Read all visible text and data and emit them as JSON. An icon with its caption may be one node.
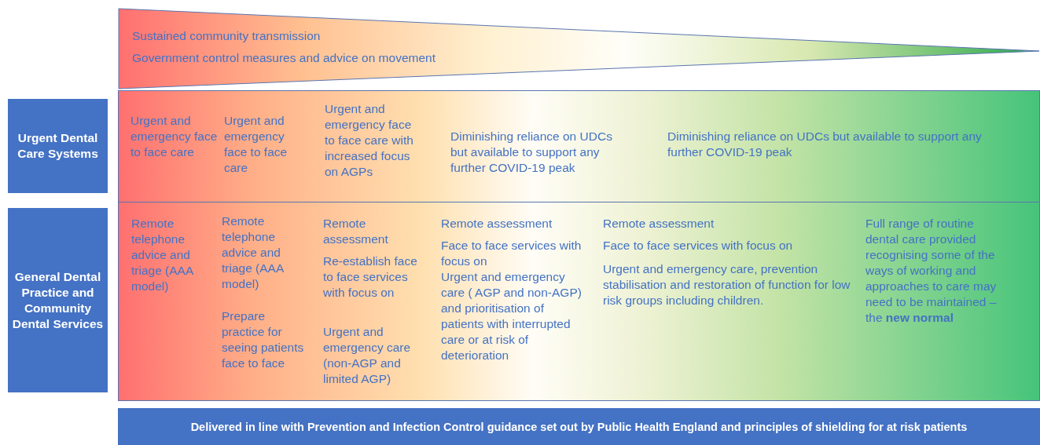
{
  "diagram": {
    "nodes": [
      {
        "text": [
          "Sustained community transmission",
          "Government control measures and advice on movement"
        ]
      },
      {
        "text": [
          "Urgent Dental Care Systems"
        ]
      },
      {
        "text": [
          "Urgent and emergency face to face care",
          "Urgent and emergency face to face care",
          "Urgent and emergency face to face care with increased focus on AGPs",
          "Diminishing reliance on UDCs but available to support any further COVID-19 peak",
          "Diminishing reliance on UDCs but available to support any further COVID-19 peak"
        ]
      },
      {
        "text": [
          "General Dental Practice and Community Dental Services"
        ]
      },
      {
        "text": [
          "Remote telephone advice and triage (AAA model)",
          "Remote telephone advice and triage (AAA model)",
          "Prepare practice for seeing patients face to face",
          "Remote assessment",
          "Re-establish face to face services with focus on",
          "Urgent and emergency care (non-AGP and limited AGP)",
          "Remote assessment",
          "Face to face services with focus on",
          "Urgent and emergency care ( AGP and non-AGP) and prioritisation of patients with interrupted care or at risk of deterioration",
          "Remote assessment",
          "Face to face services with focus on",
          "Urgent and emergency care, prevention stabilisation and restoration of function for low risk groups including children.",
          "Full range of routine dental care provided recognising some of the ways of working and approaches to care may need to be maintained – the **new normal**"
        ]
      },
      {
        "text": [
          "Delivered in line with Prevention and Infection Control guidance set out by Public Health England and principles of shielding for at risk patients"
        ]
      }
    ]
  }
}
